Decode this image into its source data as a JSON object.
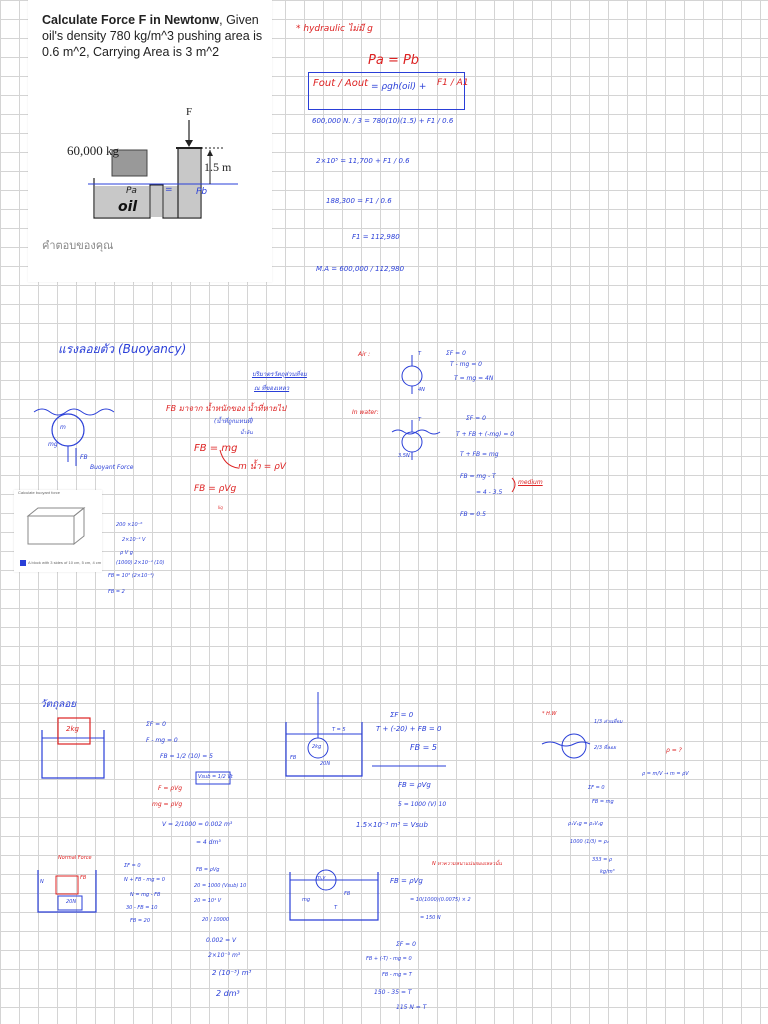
{
  "question": {
    "title": "Calculate Force F in Newtonw",
    "text": ", Given oil's density 780 kg/m^3 pushing area is 0.6 m^2,  Carrying Area is 3 m^2",
    "mass_label": "60,000 kg",
    "force_label": "F",
    "height_label": "1.5 m",
    "pa_label": "Pa",
    "pb_label": "Pb",
    "oil_label": "oil",
    "eq": "=",
    "answer_placeholder": "คำตอบของคุณ"
  },
  "hydraulic": {
    "title": "* hydraulic ไม่มี g",
    "l1": "Pa = Pb",
    "box_left": "Fout / Aout",
    "box_mid": "= ρgh(oil) +",
    "box_right": "F1 / A1",
    "l3": "600,000 N. / 3 = 780(10)(1.5) + F1 / 0.6",
    "l4": "2×10⁵ = 11,700 + F1 / 0.6",
    "l5": "188,300 = F1 / 0.6",
    "l6": "F1 = 112,980",
    "l7": "M.A = 600,000 / 112,980"
  },
  "buoyancy": {
    "title": "แรงลอยตัว (Buoyancy)",
    "note1": "ปริมาตรวัตถุส่วนที่จม",
    "note1b": "ณ ที่ของเหลว",
    "fb_from": "FB มาจาก น้ำหนักของ น้ำที่หายไป",
    "fb_paren": "(น้ำที่ถูกแทนที่)",
    "fb_paren2": "น้ำล้น",
    "fb_mg": "FB = mg",
    "m_rho": "m น้ำ = ρV",
    "fb_rhovg": "FB = ρVg",
    "liq": "liq",
    "m_label": "m",
    "mg_label": "mg",
    "fb_label": "FB",
    "buoyant": "Buoyant Force",
    "air_label": "Air :",
    "air1": "ΣF = 0",
    "air2": "T - mg = 0",
    "air3": "T = mg = 4N",
    "water_label": "In water:",
    "w1": "ΣF = 0",
    "w2": "T + FB + (-mg) = 0",
    "w3": "T + FB = mg",
    "w4": "FB = mg - T",
    "w5": "= 4 - 3.5",
    "w6": "FB = 0.5",
    "medium": "medium",
    "tN": "T",
    "fourN": "4N",
    "threeN": "3.5N",
    "card_caption": "A block with 3 sides of 10 cm, 5 cm, 4 cm",
    "card_header": "Calculate buoyant force",
    "c1": "200 ×10⁻⁶",
    "c2": "2×10⁻⁴ V",
    "c3": "ρ   V   g",
    "c4": "(1000) 2×10⁻⁴ (10)",
    "c5": "FB = 10³ (2×10⁻⁴)",
    "c6": "FB = 2"
  },
  "floating": {
    "title": "วัตถุลอย",
    "block": "2kg",
    "a1": "ΣF = 0",
    "a2": "F - mg = 0",
    "a3": "FB = 1/2 (10) = 5",
    "vsub": "Vsub = 1/2 Vt",
    "a4": "F = ρVg",
    "a5": "mg = ρVg",
    "a6": "V = 2/1000 = 0.002 m³",
    "a7": "= 4 dm³",
    "b_T": "T = 5",
    "b_ball": "2kg",
    "b_20": "20N",
    "b_FB": "FB",
    "b1": "ΣF = 0",
    "b2": "T + (-20) + FB = 0",
    "b3": "FB = 5",
    "b4": "FB = ρVg",
    "b5": "5 = 1000 (V) 10",
    "b6": "1.5×10⁻³ m³ = Vsub",
    "c_title": "Normal Force",
    "c_N": "N",
    "c_FB": "FB",
    "c_mg": "20N",
    "d1": "ΣF = 0",
    "d2": "N + FB - mg = 0",
    "d3": "N = mg - FB",
    "d4": "30 - FB = 10",
    "d5": "FB = 20",
    "e1": "FB = ρVg",
    "e2": "20 = 1000 (Vsub) 10",
    "e3": "20 = 10⁴ V",
    "e4": "20 / 10000",
    "e5": "0.002 = V",
    "e6": "2×10⁻³ m³",
    "e7": "2 (10⁻³) m³",
    "e8": "2 dm³",
    "f_ball": "m,v",
    "f_mg": "mg",
    "f_FB": "FB",
    "f_T": "T",
    "g_title": "N หาความหนาแน่นของเหลวนั้น",
    "g1": "FB = ρVg",
    "g2": "= 10(1000)(0.0075) × 2",
    "g3": "= 150 N",
    "g4": "ΣF = 0",
    "g5": "FB + (-T) - mg = 0",
    "g6": "FB - mg = T",
    "g7": "150 - 35 = T",
    "g8": "115 N = T",
    "h_tag": "* H.W",
    "h_frac": "1/3 ส่วนที่จม",
    "h_frac2": "2/3 ที่ลอย",
    "h_ratio": "ρ = ?",
    "h_eq": "ρ = m/V → m = ρV",
    "h1": "ΣF = 0",
    "h2": "FB = mg",
    "h3": "ρ₁V₁g = ρ₂V₂g",
    "h4": "1000 (1/3) = ρ₂",
    "h5": "333 = ρ",
    "h6": "kg/m³"
  }
}
